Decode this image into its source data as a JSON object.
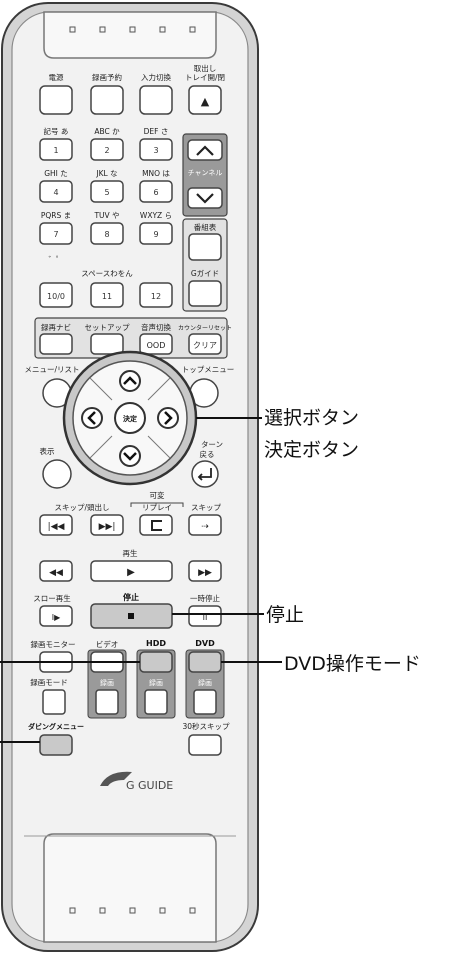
{
  "remote": {
    "power": "電源",
    "reservation": "録画予約",
    "input_switch": "入力切換",
    "eject_line1": "取出し",
    "eject_line2": "トレイ開/閉",
    "eject_symbol": "▲",
    "number_keys": [
      {
        "label": "記号 あ",
        "num": "1"
      },
      {
        "label": "ABC か",
        "num": "2"
      },
      {
        "label": "DEF さ",
        "num": "3"
      },
      {
        "label": "GHI た",
        "num": "4"
      },
      {
        "label": "JKL な",
        "num": "5"
      },
      {
        "label": "MNO は",
        "num": "6"
      },
      {
        "label": "PQRS ま",
        "num": "7"
      },
      {
        "label": "TUV や",
        "num": "8"
      },
      {
        "label": "WXYZ ら",
        "num": "9"
      },
      {
        "label": "゛゜",
        "num": "10/0"
      },
      {
        "label": "スペースわをん",
        "num": "11"
      },
      {
        "label": "",
        "num": "12"
      }
    ],
    "channel": "チャンネル",
    "program_guide": "番組表",
    "g_guide": "Gガイド",
    "rec_navi": "録再ナビ",
    "setup": "セットアップ",
    "audio_switch": "音声切換",
    "audio_symbol": "OOD",
    "counter_reset": "カウンターリセット",
    "clear": "クリア",
    "menu_list": "メニュー/リスト",
    "top_menu": "トップメニュー",
    "enter": "決定",
    "display": "表示",
    "return_line1": "ターン",
    "return_line2": "戻る",
    "variable": "可変",
    "skip_search": "スキップ/頭出し",
    "replay": "リプレイ",
    "skip": "スキップ",
    "play": "再生",
    "slow": "スロー再生",
    "stop": "停止",
    "pause": "一時停止",
    "rec_monitor": "録画モニター",
    "video": "ビデオ",
    "hdd": "HDD",
    "dvd": "DVD",
    "rec_mode": "録画モード",
    "rec": "録画",
    "dubbing_menu": "ダビングメニュー",
    "skip30": "30秒スキップ",
    "logo": "G GUIDE"
  },
  "callouts": {
    "select_button": "選択ボタン",
    "enter_button": "決定ボタン",
    "stop": "停止",
    "dvd_mode": "DVD操作モード"
  }
}
